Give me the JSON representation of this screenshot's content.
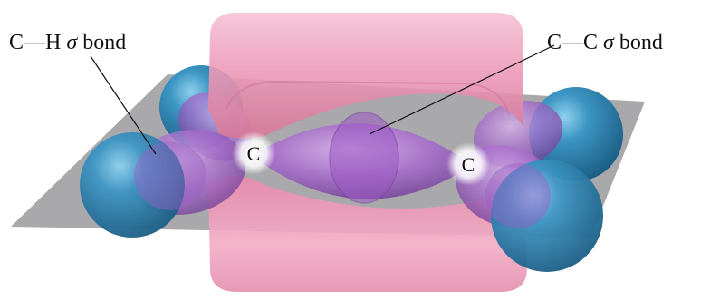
{
  "labels": {
    "ch_bond_prefix": "C—H ",
    "ch_bond_sigma": "σ",
    "ch_bond_suffix": " bond",
    "cc_bond_prefix": "C—C ",
    "cc_bond_sigma": "σ",
    "cc_bond_suffix": " bond",
    "carbon_left": "C",
    "carbon_right": "C"
  },
  "colors": {
    "plane": "#a9a9ab",
    "pi_lobe": "#e88fae",
    "sigma_lobe": "#a365c8",
    "hydrogen": "#2f83b0",
    "carbon_glow": "#ffffff"
  }
}
